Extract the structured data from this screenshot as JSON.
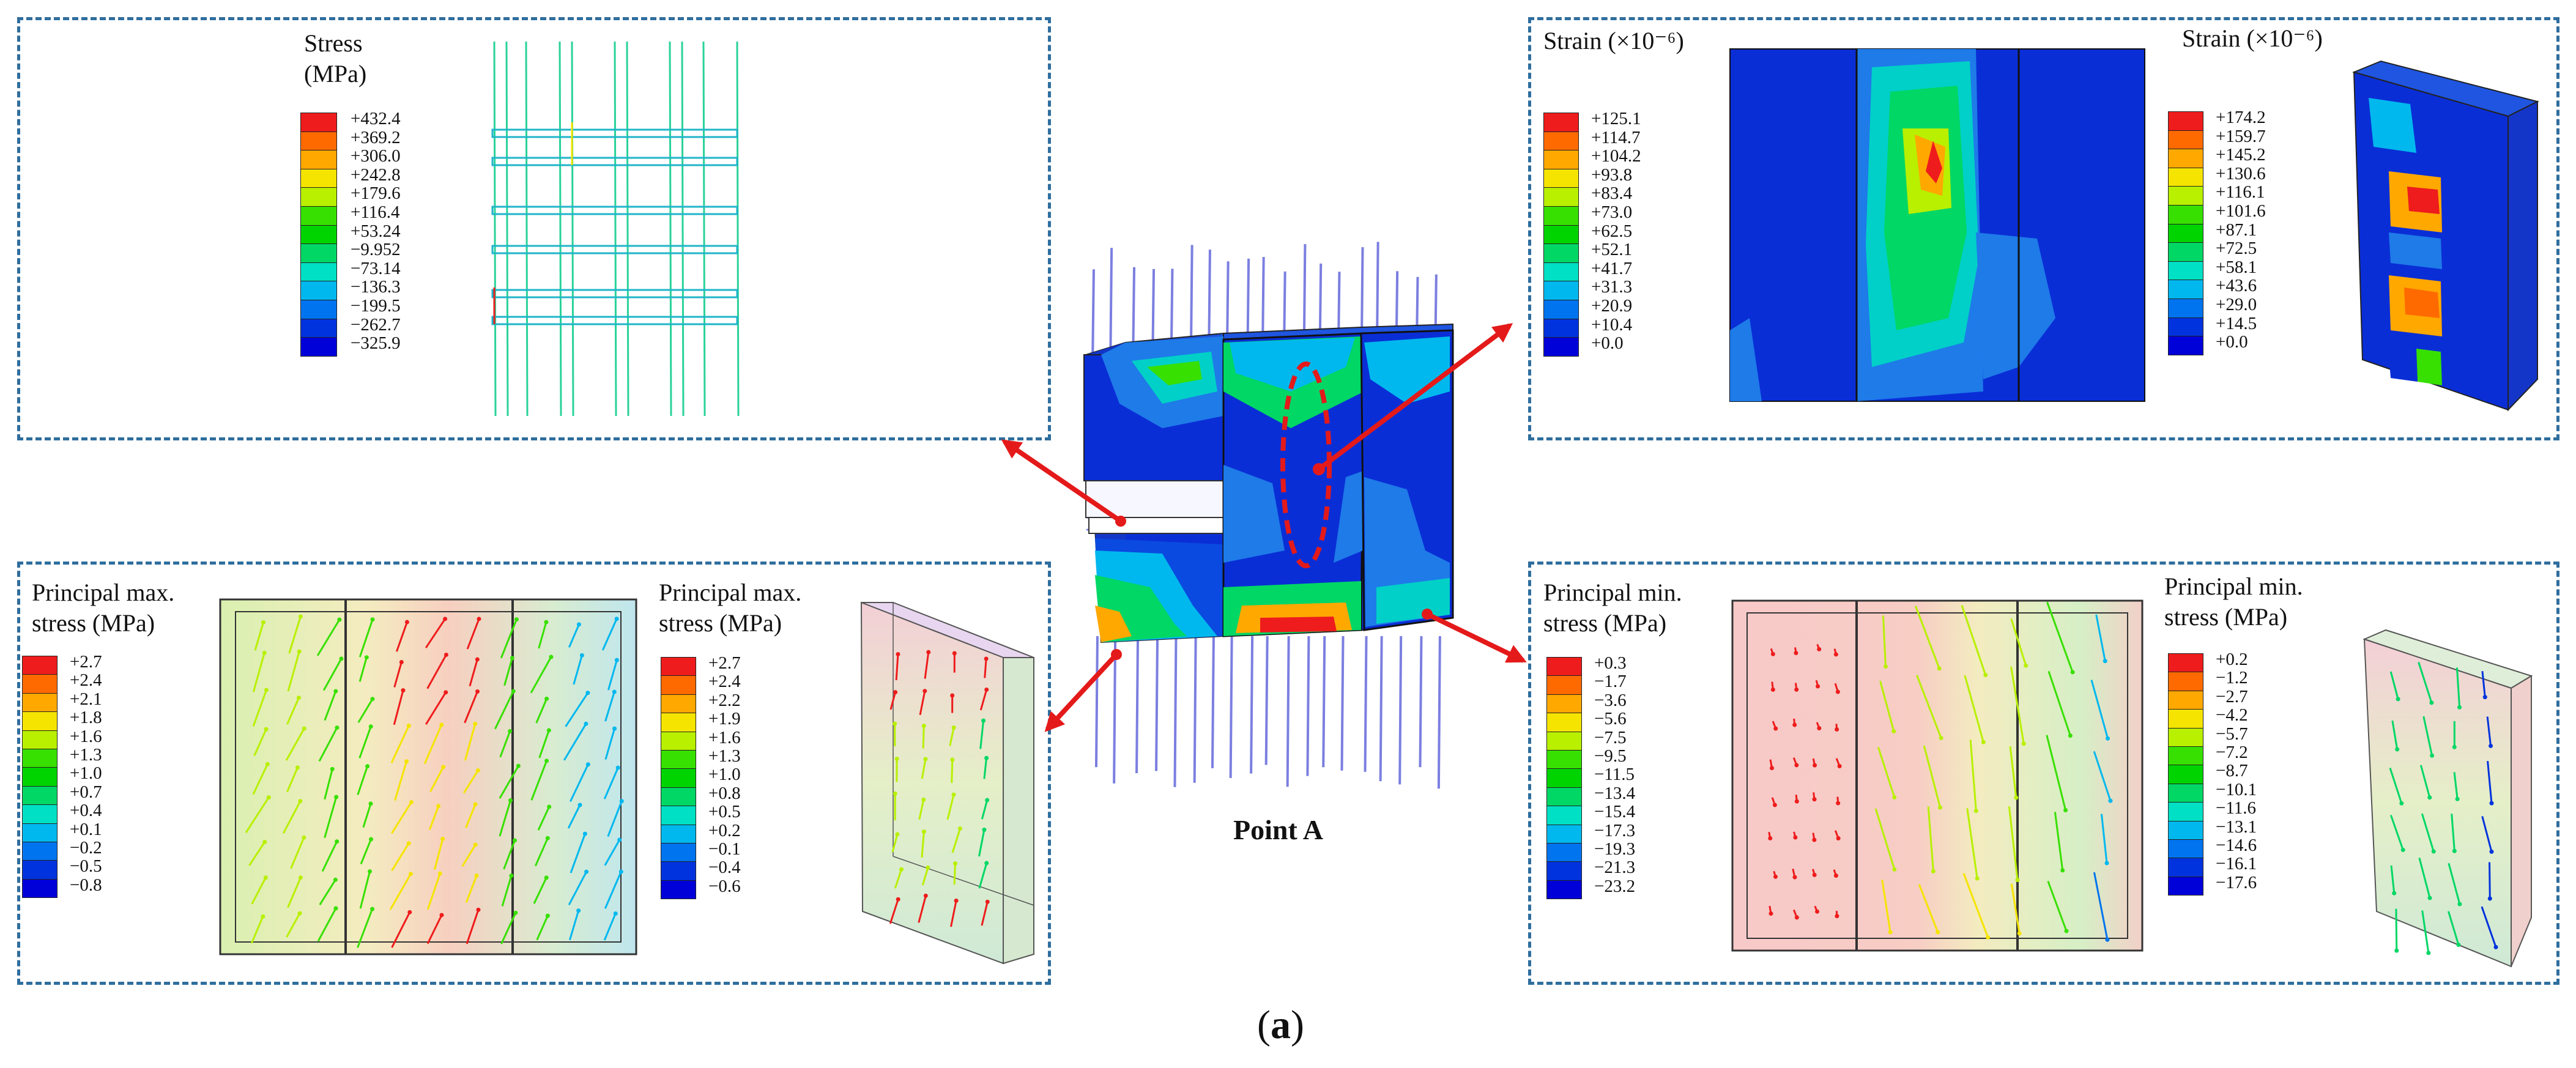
{
  "figure_label": {
    "open": "(",
    "letter": "a",
    "close": ")"
  },
  "center": {
    "label": "Point A"
  },
  "panels": {
    "rebar_stress": {
      "title_line1": "Stress",
      "title_line2": "(MPa)",
      "ticks": [
        "+432.4",
        "+369.2",
        "+306.0",
        "+242.8",
        "+179.6",
        "+116.4",
        "+53.24",
        "−9.952",
        "−73.14",
        "−136.3",
        "−199.5",
        "−262.7",
        "−325.9"
      ]
    },
    "strain_face": {
      "title": "Strain (×10⁻⁶)",
      "ticks": [
        "+125.1",
        "+114.7",
        "+104.2",
        "+93.8",
        "+83.4",
        "+73.0",
        "+62.5",
        "+52.1",
        "+41.7",
        "+31.3",
        "+20.9",
        "+10.4",
        "+0.0"
      ]
    },
    "strain_block": {
      "title": "Strain (×10⁻⁶)",
      "ticks": [
        "+174.2",
        "+159.7",
        "+145.2",
        "+130.6",
        "+116.1",
        "+101.6",
        "+87.1",
        "+72.5",
        "+58.1",
        "+43.6",
        "+29.0",
        "+14.5",
        "+0.0"
      ]
    },
    "pmax_face": {
      "title_line1": "Principal max.",
      "title_line2": "stress (MPa)",
      "ticks": [
        "+2.7",
        "+2.4",
        "+2.1",
        "+1.8",
        "+1.6",
        "+1.3",
        "+1.0",
        "+0.7",
        "+0.4",
        "+0.1",
        "−0.2",
        "−0.5",
        "−0.8"
      ]
    },
    "pmax_block": {
      "title_line1": "Principal max.",
      "title_line2": "stress (MPa)",
      "ticks": [
        "+2.7",
        "+2.4",
        "+2.2",
        "+1.9",
        "+1.6",
        "+1.3",
        "+1.0",
        "+0.8",
        "+0.5",
        "+0.2",
        "−0.1",
        "−0.4",
        "−0.6"
      ]
    },
    "pmin_face": {
      "title_line1": "Principal min.",
      "title_line2": "stress (MPa)",
      "ticks": [
        "+0.3",
        "−1.7",
        "−3.6",
        "−5.6",
        "−7.5",
        "−9.5",
        "−11.5",
        "−13.4",
        "−15.4",
        "−17.3",
        "−19.3",
        "−21.3",
        "−23.2"
      ]
    },
    "pmin_block": {
      "title_line1": "Principal min.",
      "title_line2": "stress (MPa)",
      "ticks": [
        "+0.2",
        "−1.2",
        "−2.7",
        "−4.2",
        "−5.7",
        "−7.2",
        "−8.7",
        "−10.1",
        "−11.6",
        "−13.1",
        "−14.6",
        "−16.1",
        "−17.6"
      ]
    }
  },
  "colors": {
    "scale": [
      "#ee1c1c",
      "#ff6a00",
      "#ffa800",
      "#f5e400",
      "#b8f000",
      "#37e000",
      "#00d400",
      "#00d765",
      "#00e0c4",
      "#00b8ee",
      "#0074ee",
      "#0033dd",
      "#0000d8"
    ],
    "panel_border": "#2f6e9e",
    "arrow": "#e41a1a",
    "rebar": "#7b7fe0"
  }
}
